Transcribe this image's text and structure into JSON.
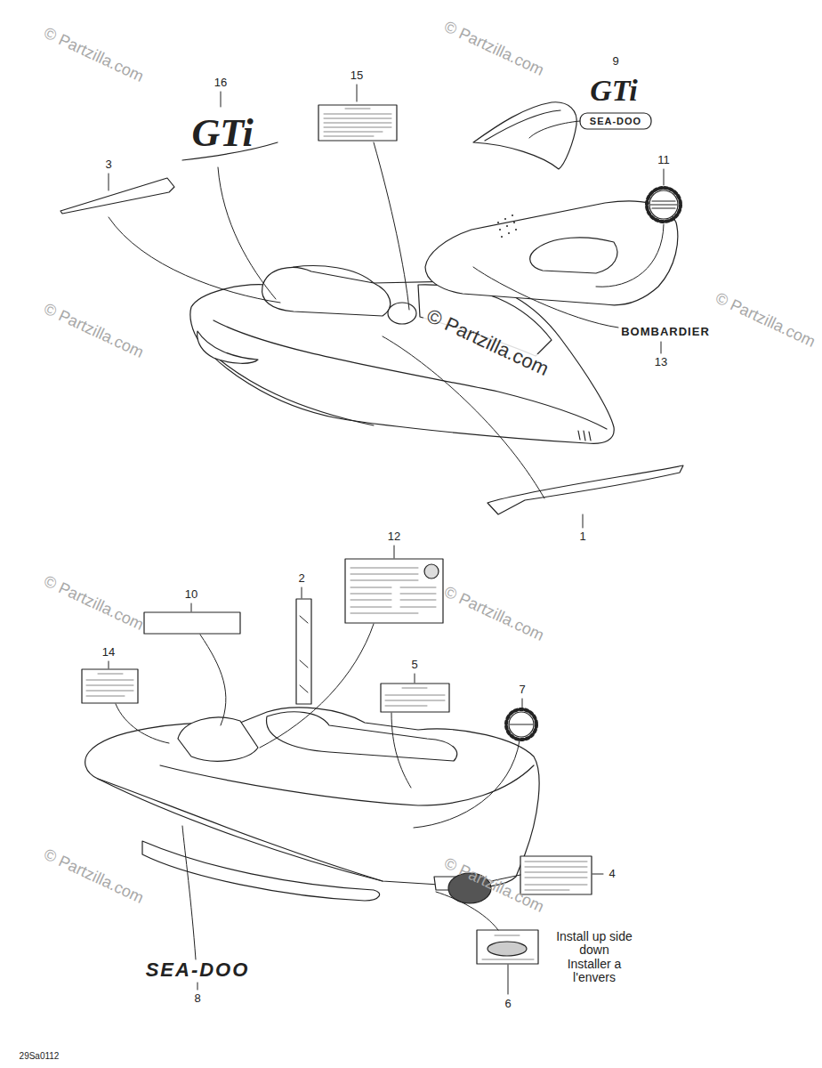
{
  "diagram": {
    "labels": [
      "16",
      "15",
      "9",
      "3",
      "11",
      "13",
      "1",
      "12",
      "10",
      "2",
      "5",
      "7",
      "14",
      "4",
      "8",
      "6",
      "GTi",
      "GTi",
      "SEA-DOO",
      "BOMBARDIER",
      "SEA-DOO",
      "Install up side down",
      "Installer a l'envers",
      "29Sa0112",
      "© Partzilla.com",
      "© Partzilla.com",
      "© Partzilla.com",
      "© Partzilla.com",
      "© Partzilla.com",
      "© Partzilla.com",
      "© Partzilla.com",
      "© Partzilla.com",
      "© Partzilla.com"
    ]
  }
}
